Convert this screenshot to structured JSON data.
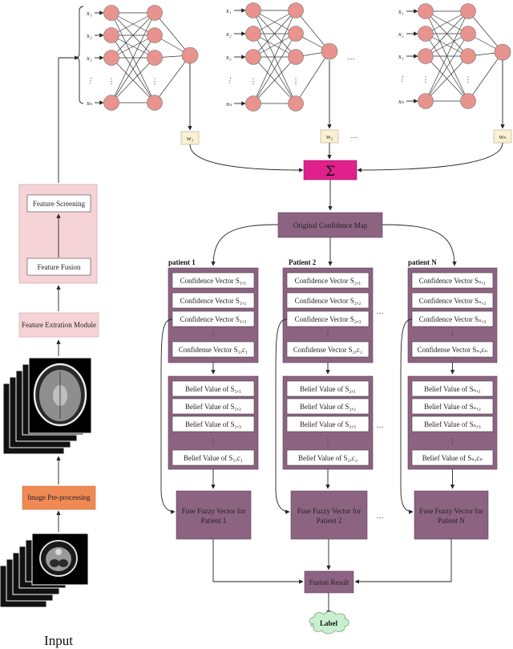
{
  "input_label": "Input",
  "left_pipeline": {
    "preprocessing": "Image Pre-processing",
    "feature_extraction": "Feature Extration Module",
    "feature_fusion": "Feature Fusion",
    "feature_screening": "Feature Screening"
  },
  "networks": {
    "inputs": [
      "x₁",
      "x₂",
      "x₃",
      "⋮",
      "xₙ"
    ],
    "weights": [
      "w₁",
      "w₂",
      "wₙ"
    ],
    "dots": "…"
  },
  "sum_symbol": "Σ",
  "original_confidence_map": "Original Confidence Map",
  "patients": [
    {
      "title": "patient 1",
      "confidence": [
        "Confidence Vector S₁,₁",
        "Confidence Vector S₁,₂",
        "Confidence Vector S₁,₃",
        "Confidense Vector S₁,c₁"
      ],
      "belief": [
        "Belief Value of S₁,₁",
        "Belief Value of S₁,₂",
        "Belief Value of S₁,₃",
        "Belief Value of S₁,c₁"
      ],
      "fuse": [
        "Fuse Fuzzy Vector for",
        "Patient 1"
      ]
    },
    {
      "title": "Patient 2",
      "confidence": [
        "Confidence Vector S₂,₁",
        "Confidence Vector S₂,₂",
        "Confidence Vector S₂,₃",
        "Confidense Vector S₂,c₂"
      ],
      "belief": [
        "Belief Value of S₂,₁",
        "Belief Value of S₂,₂",
        "Belief Value of S₂,₃",
        "Belief Value of S₂,c₂"
      ],
      "fuse": [
        "Fuse Fuzzy Vector for",
        "Patient 2"
      ]
    },
    {
      "title": "patient N",
      "confidence": [
        "Confidence Vector Sₙ,₁",
        "Confidence Vector Sₙ,₂",
        "Confidence Vector Sₙ,₃",
        "Confidense Vector Sₙ,cₙ"
      ],
      "belief": [
        "Belief Value of Sₙ,₁",
        "Belief Value of Sₙ,₂",
        "Belief Value of Sₙ,₃",
        "Belief Value of Sₙ,cₙ"
      ],
      "fuse": [
        "Fuse Fuzzy Vector for",
        "Patient N"
      ]
    }
  ],
  "vdots": "⋮",
  "fusion_result": "Fusion Result",
  "label": "Label",
  "colors": {
    "node": "#e8938d",
    "pink_panel": "#f6d3d6",
    "orange": "#f08a55",
    "sum_magenta": "#e0208c",
    "purple": "#8d6382",
    "weight_box": "#faf0d2"
  }
}
